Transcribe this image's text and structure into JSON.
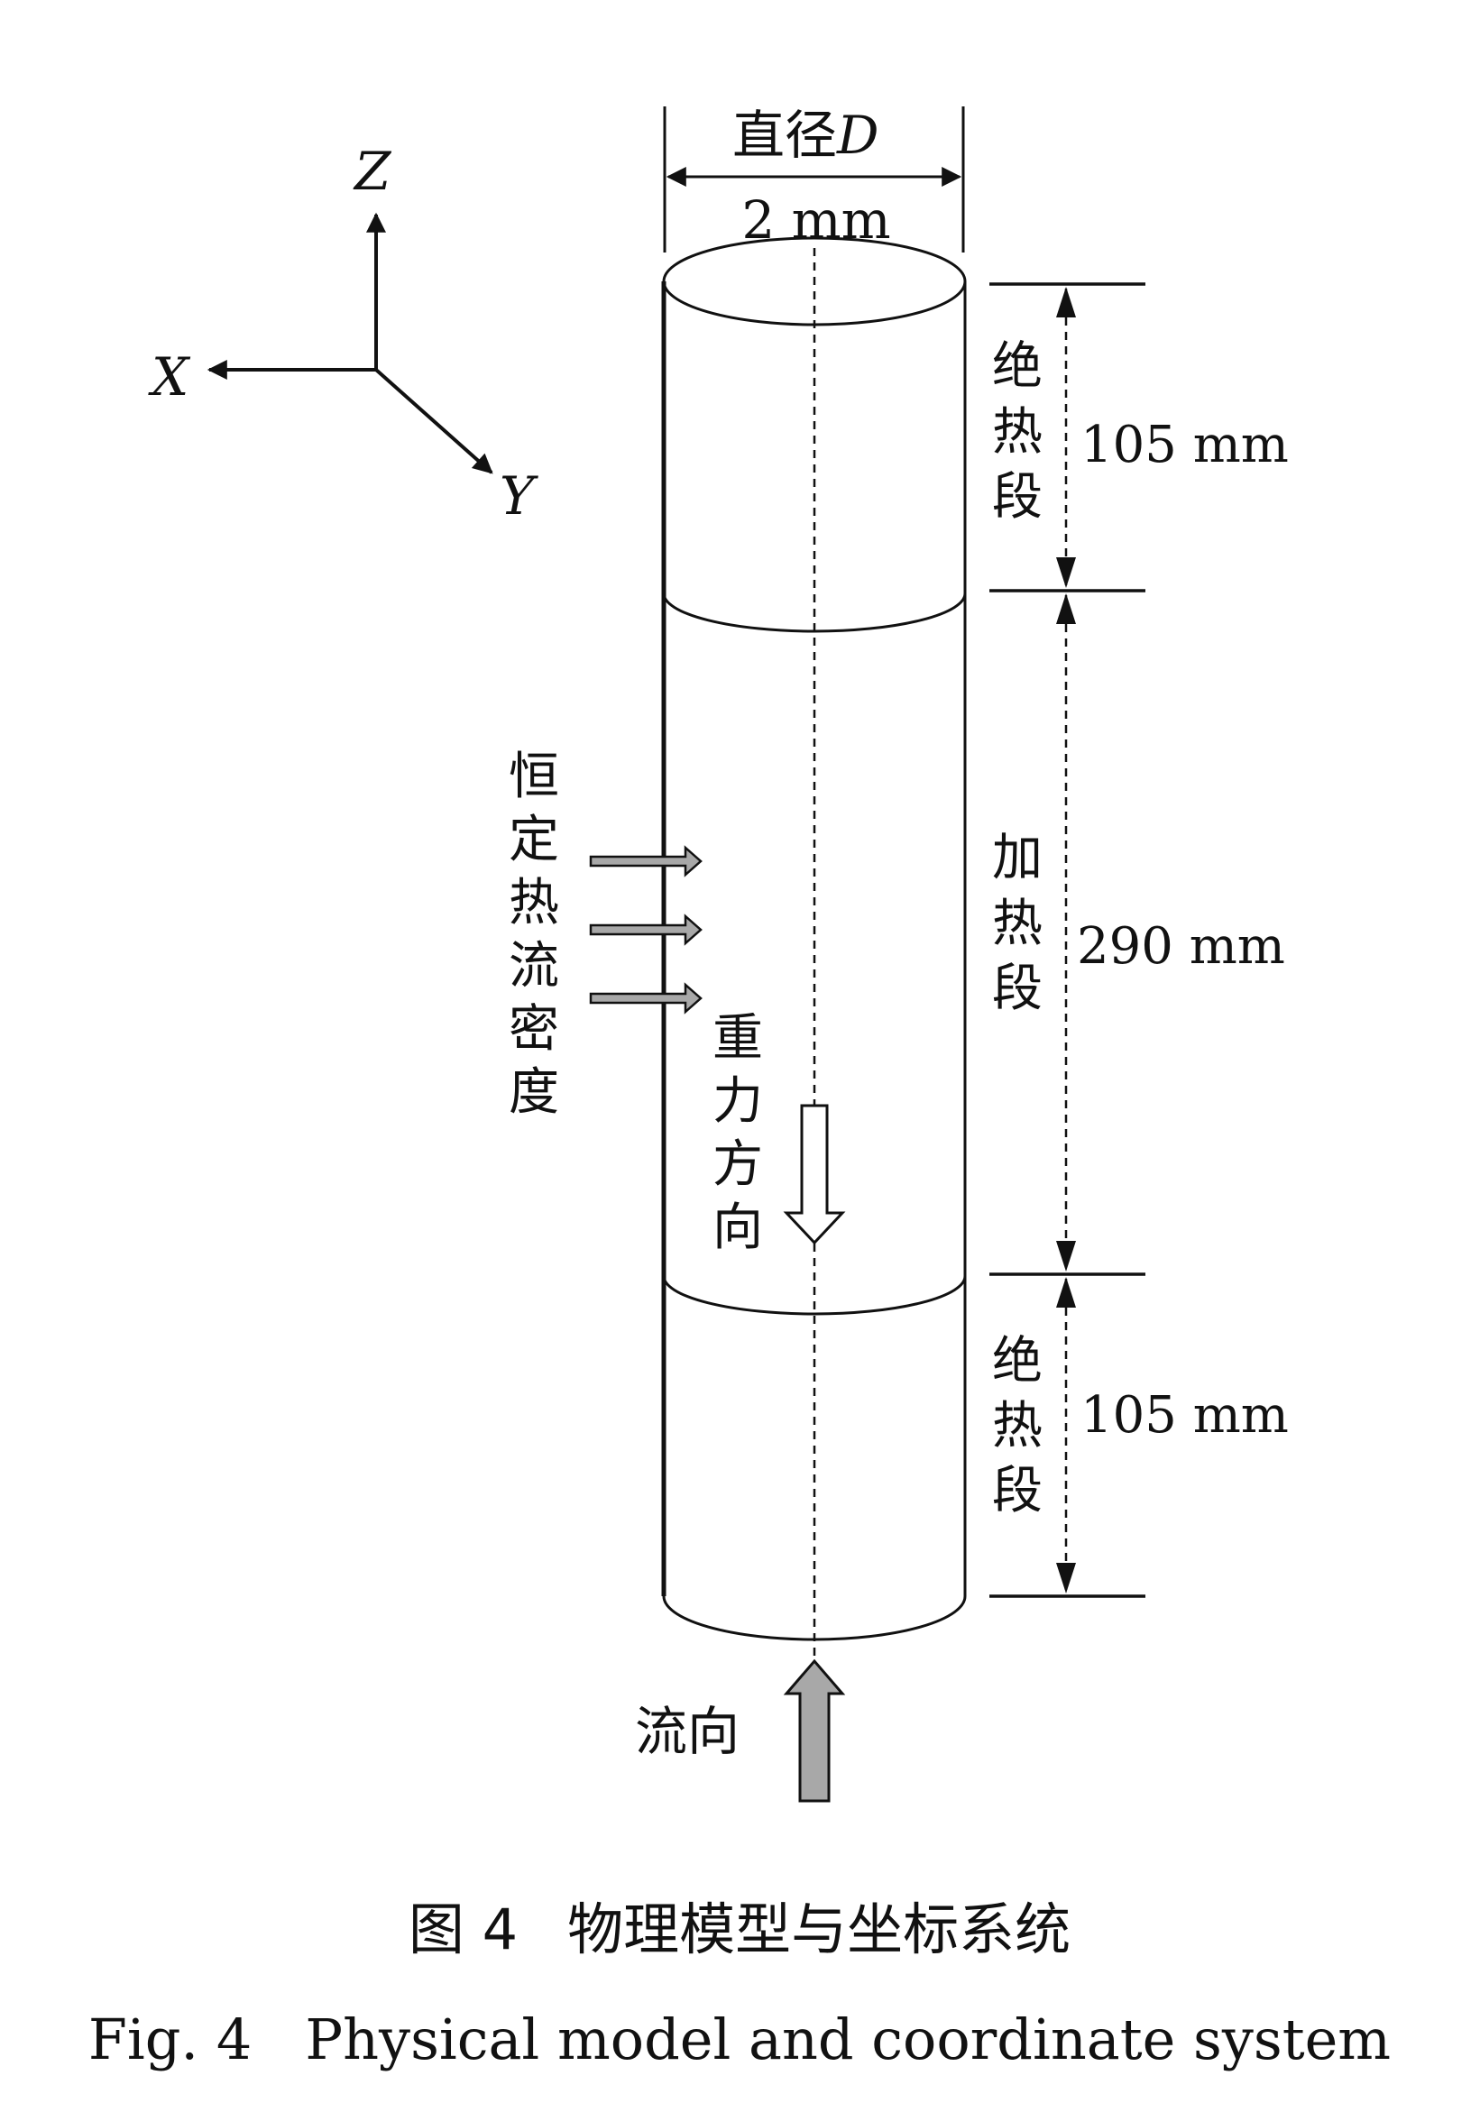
{
  "diameter": {
    "label_prefix": "直径",
    "label_symbol": "D",
    "value": "2 mm"
  },
  "axes": {
    "z": "Z",
    "x": "X",
    "y": "Y"
  },
  "sections": [
    {
      "chars": [
        "绝",
        "热",
        "段"
      ],
      "length": "105 mm"
    },
    {
      "chars": [
        "加",
        "热",
        "段"
      ],
      "length": "290 mm"
    },
    {
      "chars": [
        "绝",
        "热",
        "段"
      ],
      "length": "105 mm"
    }
  ],
  "heat_flux_chars": [
    "恒",
    "定",
    "热",
    "流",
    "密",
    "度"
  ],
  "gravity_chars": [
    "重",
    "力",
    "方",
    "向"
  ],
  "flow_label": "流向",
  "caption": {
    "cn_number": "图 4",
    "cn_text": "物理模型与坐标系统",
    "en": "Fig. 4   Physical model and coordinate system"
  },
  "colors": {
    "line": "#111111",
    "arrow_fill": "#a8a8a8"
  }
}
